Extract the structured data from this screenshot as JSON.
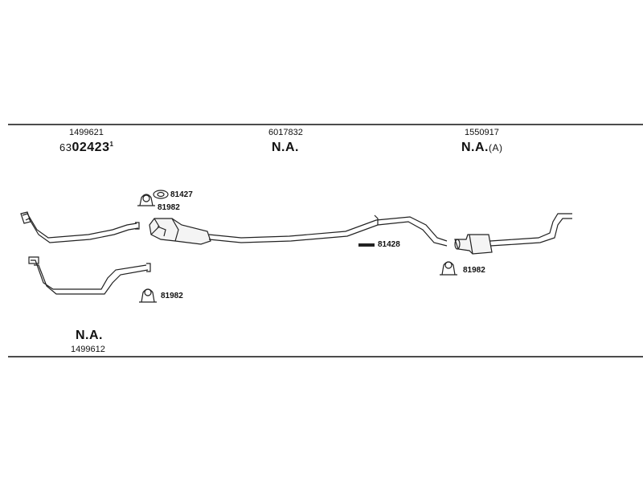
{
  "columns": [
    {
      "part_number": "1499621",
      "code_prefix": "63",
      "code_main": "02423",
      "code_suffix": "1"
    },
    {
      "part_number": "6017832",
      "status": "N.A."
    },
    {
      "part_number": "1550917",
      "status": "N.A.",
      "status_note": "(A)"
    }
  ],
  "bottom_left": {
    "status": "N.A.",
    "part_number": "1499612"
  },
  "callouts": {
    "gasket_front": "81427",
    "clamp_front": "81982",
    "clamp_front_pipe": "81982",
    "hanger_mid": "81428",
    "clamp_rear": "81982"
  }
}
